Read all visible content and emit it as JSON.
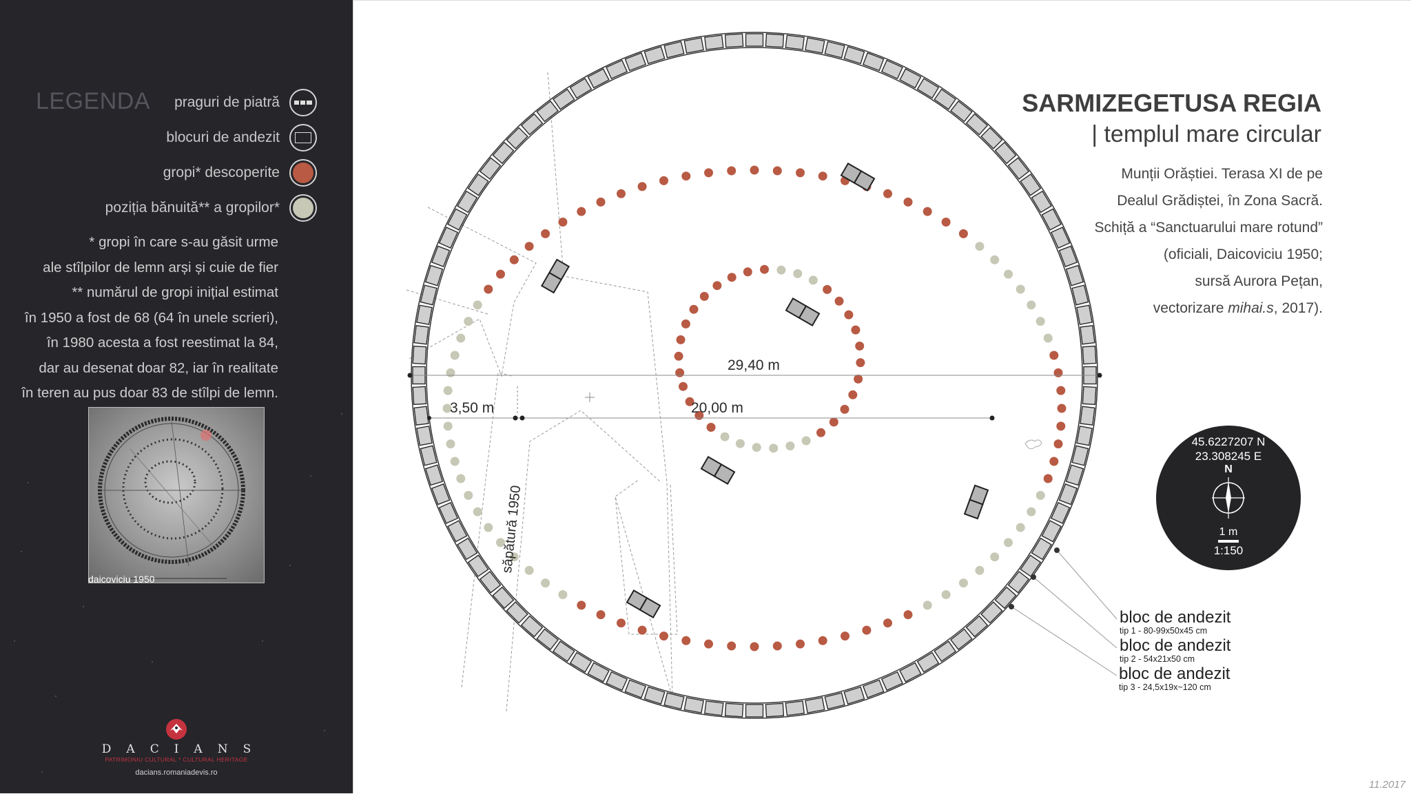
{
  "legend": {
    "title": "LEGENDA",
    "items": [
      {
        "label": "praguri de piatră",
        "icon": "stone-threshold-icon"
      },
      {
        "label": "blocuri de andezit",
        "icon": "andesite-block-icon"
      },
      {
        "label": "gropi* descoperite",
        "icon": "discovered-pit-icon",
        "color": "#b85a44"
      },
      {
        "label": "poziția bănuită** a gropilor*",
        "icon": "presumed-pit-icon",
        "color": "#c7c8b5"
      }
    ],
    "notes": [
      "* gropi în care s-au găsit urme",
      "ale stîlpilor de lemn arși și cuie de fier",
      "** numărul de gropi inițial estimat",
      "în 1950 a fost de 68 (64 în unele scrieri),",
      "în 1980 acesta a fost reestimat la 84,",
      "dar au desenat doar 82, iar în realitate",
      "în teren au pus doar 83 de stîlpi de lemn."
    ],
    "photo_caption": "daicoviciu 1950"
  },
  "brand": {
    "name": "DACIANS",
    "tagline": "PATRIMONIU CULTURAL * CULTURAL HERITAGE",
    "url": "dacians.romaniadevis.ro"
  },
  "header": {
    "title": "SARMIZEGETUSA REGIA",
    "subtitle": "| templul mare circular",
    "description": [
      "Munții Orăștiei. Terasa XI de pe",
      "Dealul Grădiștei, în Zona Sacră.",
      "Schiță a “Sanctuarului mare rotund”",
      "(oficiali, Daicoviciu 1950;",
      "sursă Aurora Pețan,",
      "vectorizare mihai.s, 2017)."
    ]
  },
  "compass": {
    "lat": "45.6227207 N",
    "lon": "23.308245 E",
    "north": "N",
    "scale": "1 m",
    "ratio": "1:150"
  },
  "dimensions": {
    "outer": "29,40 m",
    "inner": "20,00 m",
    "ring_gap": "3,50 m",
    "excavation": "săpătură 1950"
  },
  "block_types": [
    {
      "title": "bloc de andezit",
      "spec": "tip 1 - 80-99x50x45 cm"
    },
    {
      "title": "bloc de andezit",
      "spec": "tip 2 - 54x21x50 cm"
    },
    {
      "title": "bloc de andezit",
      "spec": "tip 3 - 24,5x19x~120 cm"
    }
  ],
  "colors": {
    "panel": "#25252a",
    "discovered_pit": "#b85a44",
    "presumed_pit": "#c7c8b5",
    "block_fill": "#cfcfcf",
    "brand_accent": "#c5333f"
  },
  "date": "11.2017"
}
